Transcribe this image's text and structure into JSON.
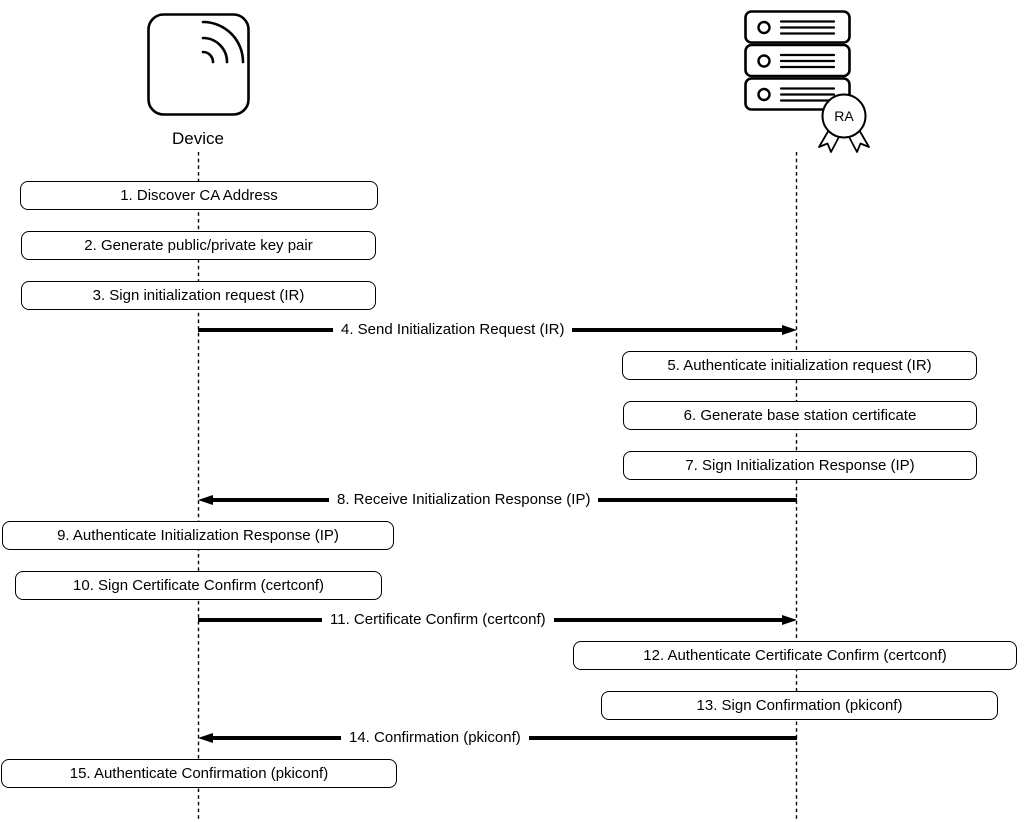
{
  "diagram": {
    "type": "sequence-diagram",
    "background_color": "#ffffff",
    "line_color": "#000000",
    "box_fill_color": "#ffffff",
    "actors": {
      "left": {
        "label": "Device",
        "icon": "wireless-device-icon"
      },
      "right": {
        "icon": "server-rack-icon",
        "badge_label": "RA",
        "badge_icon": "ribbon-badge-icon"
      }
    },
    "steps": [
      {
        "id": 1,
        "kind": "process",
        "lane": "device",
        "label": "1. Discover CA Address"
      },
      {
        "id": 2,
        "kind": "process",
        "lane": "device",
        "label": "2. Generate public/private key pair"
      },
      {
        "id": 3,
        "kind": "process",
        "lane": "device",
        "label": "3. Sign initialization request (IR)"
      },
      {
        "id": 4,
        "kind": "message",
        "direction": "device-to-ra",
        "label": "4. Send Initialization Request (IR)"
      },
      {
        "id": 5,
        "kind": "process",
        "lane": "ra",
        "label": "5. Authenticate initialization request (IR)"
      },
      {
        "id": 6,
        "kind": "process",
        "lane": "ra",
        "label": "6. Generate base station certificate"
      },
      {
        "id": 7,
        "kind": "process",
        "lane": "ra",
        "label": "7. Sign Initialization Response (IP)"
      },
      {
        "id": 8,
        "kind": "message",
        "direction": "ra-to-device",
        "label": "8. Receive Initialization Response (IP)"
      },
      {
        "id": 9,
        "kind": "process",
        "lane": "device",
        "label": "9. Authenticate Initialization Response (IP)"
      },
      {
        "id": 10,
        "kind": "process",
        "lane": "device",
        "label": "10. Sign Certificate Confirm (certconf)"
      },
      {
        "id": 11,
        "kind": "message",
        "direction": "device-to-ra",
        "label": "11. Certificate Confirm (certconf)"
      },
      {
        "id": 12,
        "kind": "process",
        "lane": "ra",
        "label": "12. Authenticate Certificate Confirm (certconf)"
      },
      {
        "id": 13,
        "kind": "process",
        "lane": "ra",
        "label": "13. Sign Confirmation (pkiconf)"
      },
      {
        "id": 14,
        "kind": "message",
        "direction": "ra-to-device",
        "label": "14. Confirmation (pkiconf)"
      },
      {
        "id": 15,
        "kind": "process",
        "lane": "device",
        "label": "15. Authenticate Confirmation (pkiconf)"
      }
    ]
  }
}
